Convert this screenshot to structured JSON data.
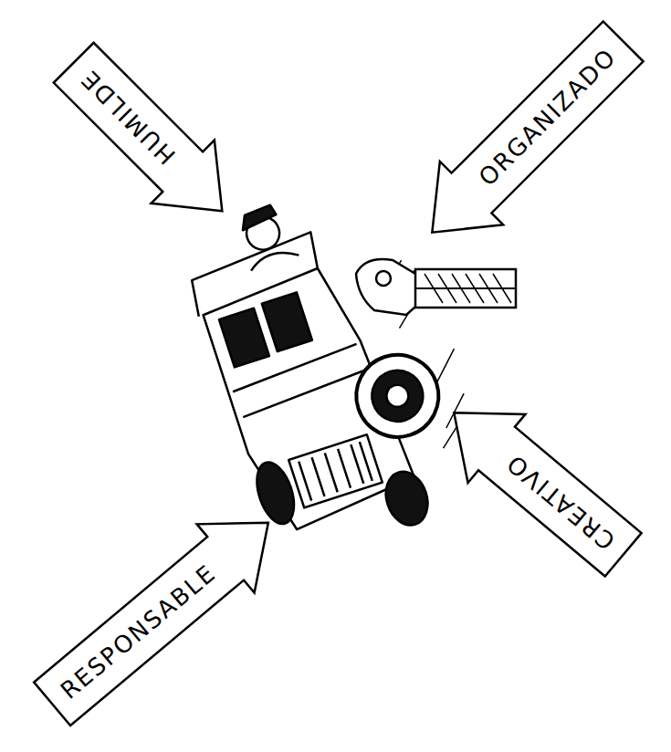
{
  "diagram": {
    "nodes": [
      {
        "text": [
          "HUMILDE"
        ]
      },
      {
        "text": [
          "ORGANIZADO"
        ]
      },
      {
        "text": [
          "CREATIVO"
        ]
      },
      {
        "text": [
          "RESPONSABLE"
        ]
      }
    ]
  }
}
